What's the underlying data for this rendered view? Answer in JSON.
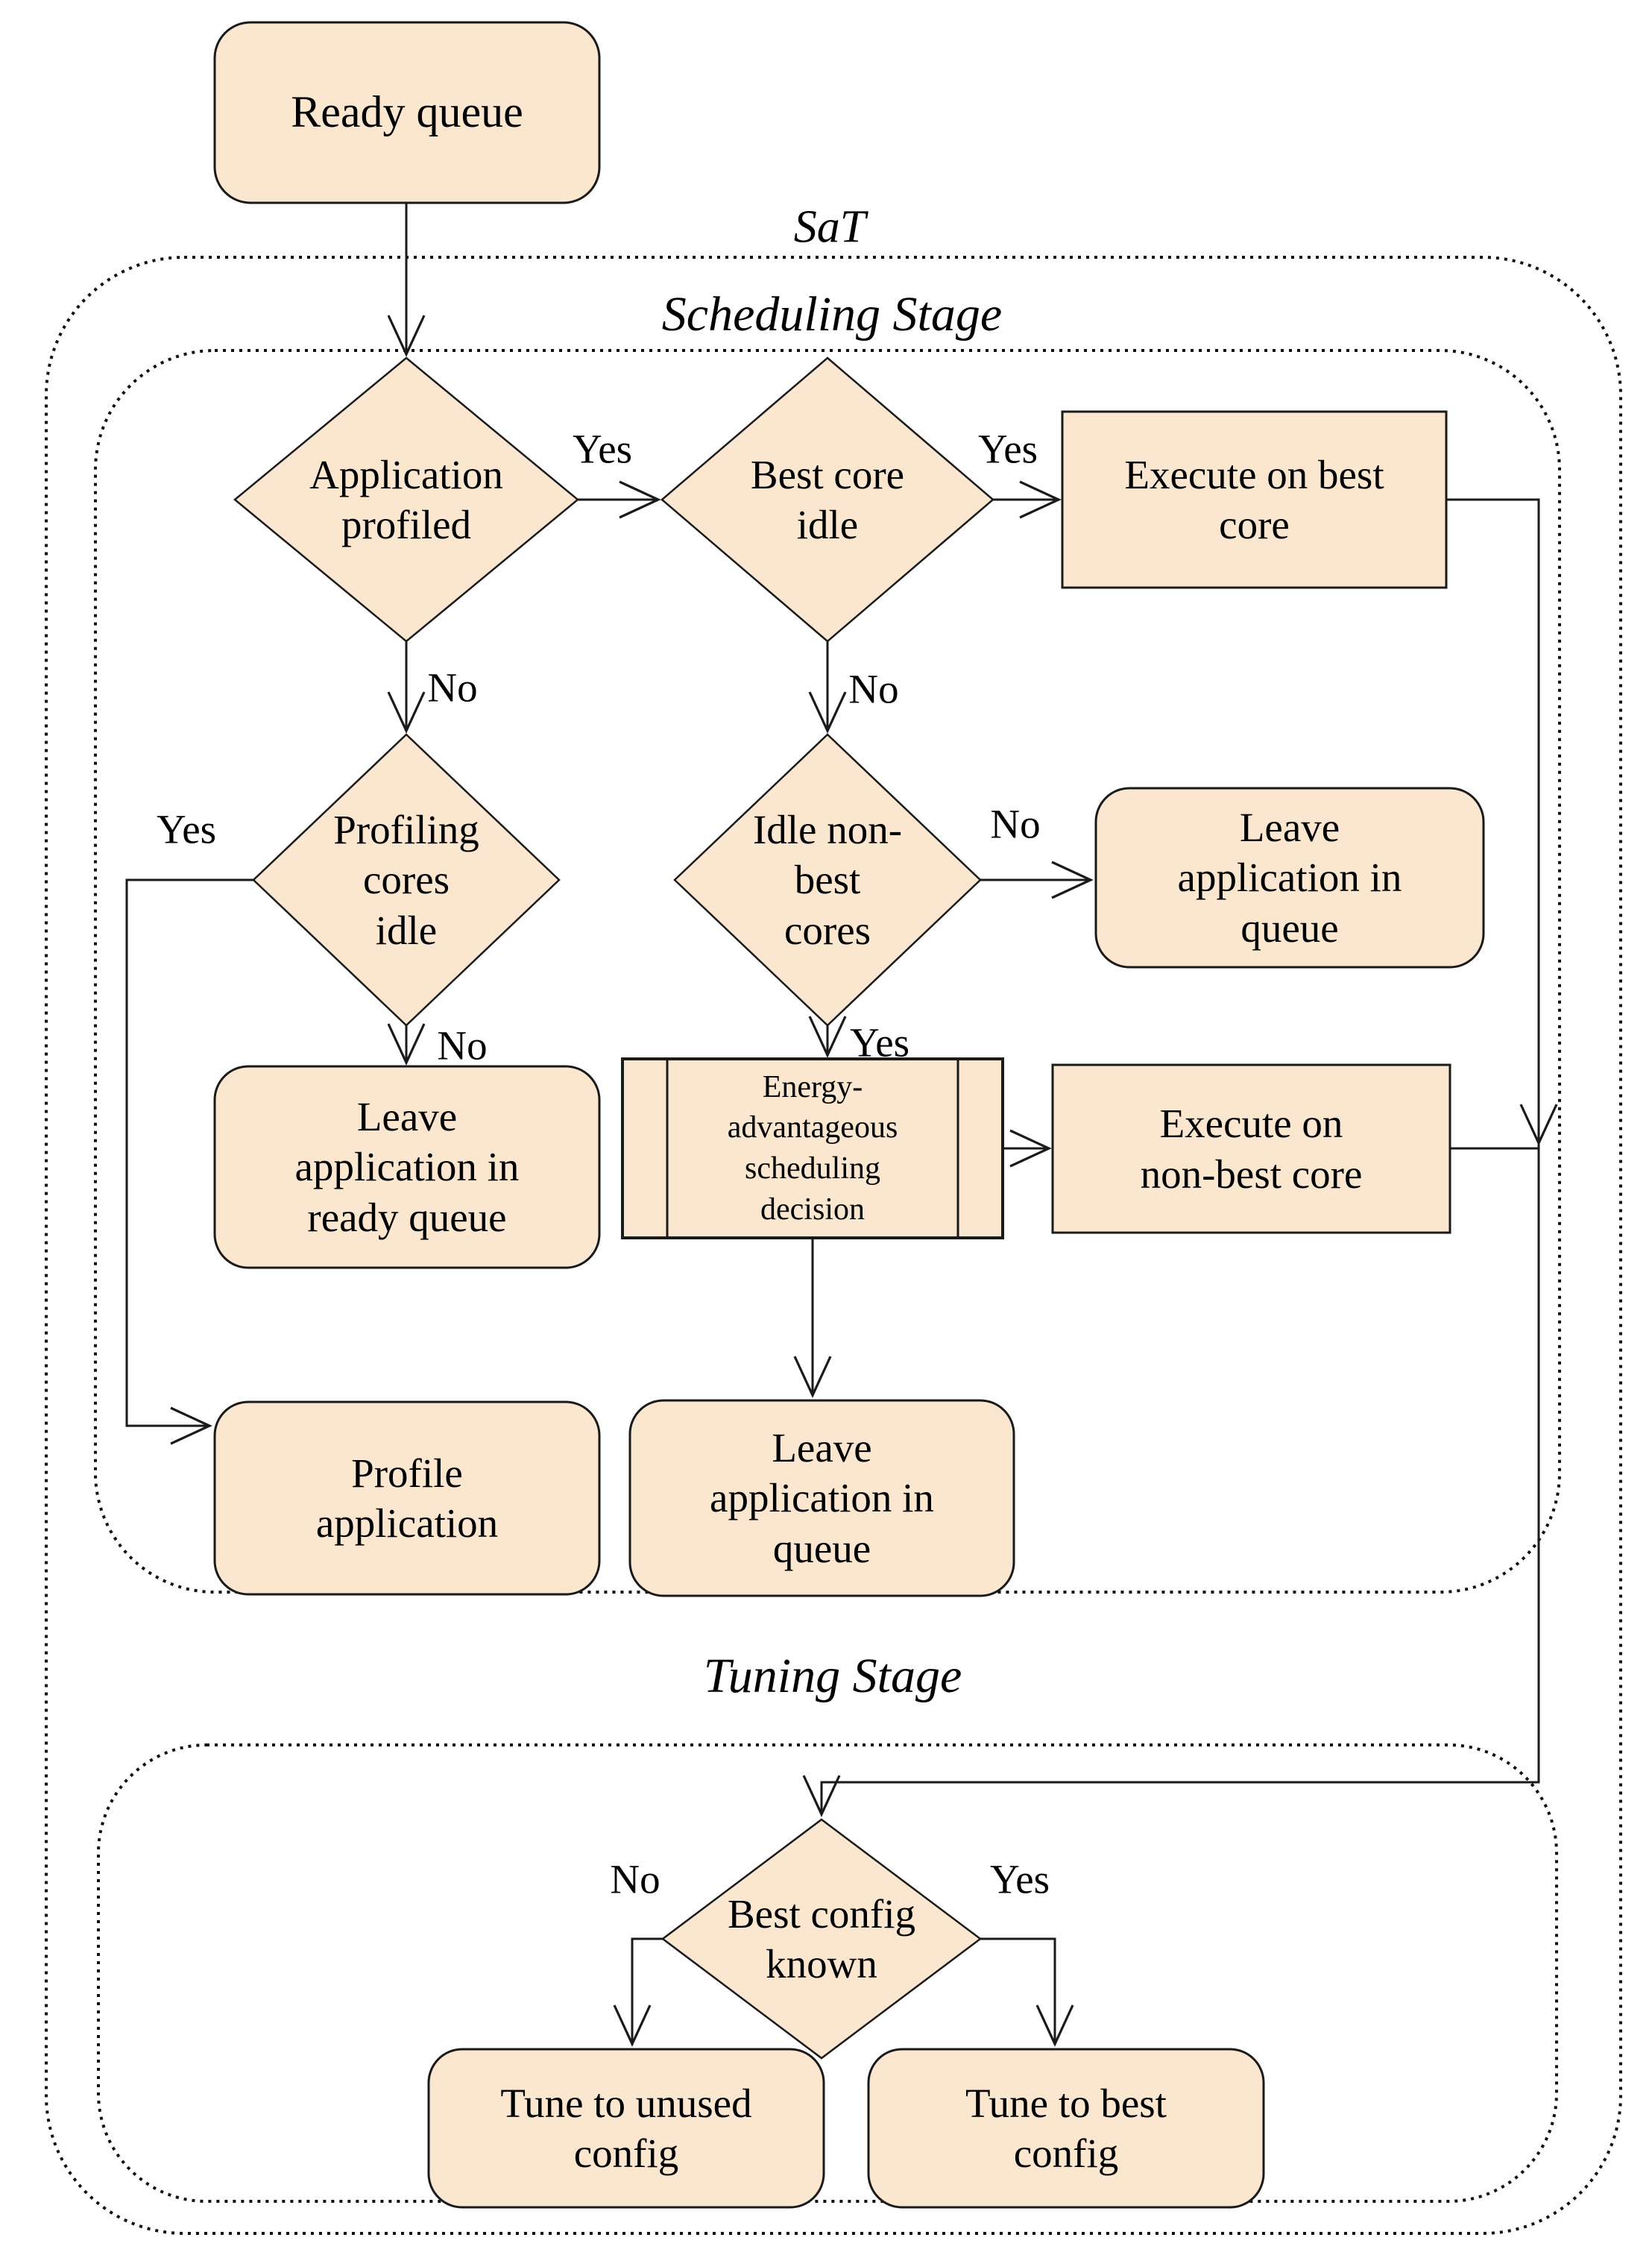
{
  "header": {
    "system_label": "SaT"
  },
  "stages": {
    "scheduling": "Scheduling Stage",
    "tuning": "Tuning Stage"
  },
  "nodes": {
    "ready_queue": "Ready queue",
    "application_profiled": "Application\nprofiled",
    "best_core_idle": "Best core\nidle",
    "execute_best_core": "Execute on best\ncore",
    "profiling_cores_idle": "Profiling\ncores\nidle",
    "idle_non_best_cores": "Idle non-\nbest\ncores",
    "leave_app_in_queue_top": "Leave\napplication in\nqueue",
    "leave_app_in_ready_queue": "Leave\napplication in\nready queue",
    "energy_scheduling_decision": "Energy-\nadvantageous\nscheduling\ndecision",
    "execute_non_best_core": "Execute on\nnon-best core",
    "profile_application": "Profile\napplication",
    "leave_app_in_queue_bottom": "Leave\napplication in\nqueue",
    "best_config_known": "Best config\nknown",
    "tune_unused_config": "Tune to unused\nconfig",
    "tune_best_config": "Tune to best\nconfig"
  },
  "edge_labels": {
    "app_profiled_yes": "Yes",
    "app_profiled_no": "No",
    "best_core_yes": "Yes",
    "best_core_no": "No",
    "profiling_idle_yes": "Yes",
    "profiling_idle_no": "No",
    "idle_non_best_no": "No",
    "idle_non_best_yes": "Yes",
    "best_config_no": "No",
    "best_config_yes": "Yes"
  },
  "colors": {
    "node_fill": "#fbe7d0",
    "line": "#1a1a1a"
  }
}
